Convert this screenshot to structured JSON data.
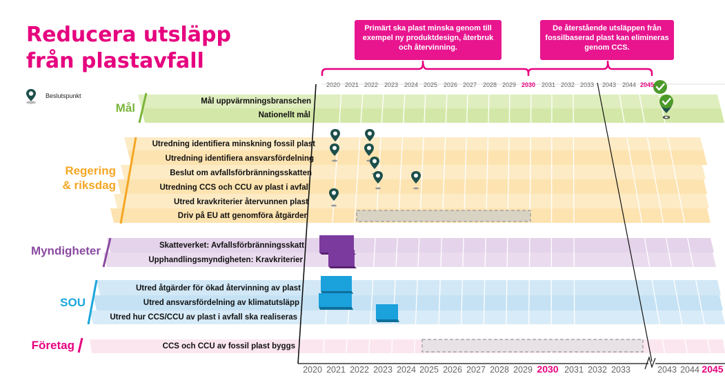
{
  "title_lines": [
    "Reducera utsläpp",
    "från plastavfall"
  ],
  "legend": {
    "icon": "map-pin-icon",
    "label": "Beslutspunkt"
  },
  "callouts": [
    "Primärt ska plast minska genom till exempel ny produktdesign, återbruk och återvinning.",
    "De återstående utsläppen från fossilbaserad plast kan elimineras genom CCS."
  ],
  "colors": {
    "brand": "#e6007e",
    "mal": "#7ab53a",
    "regering": "#f5a623",
    "myndigheter": "#8a4aa0",
    "sou": "#1aa7dc",
    "foretag": "#e6007e"
  },
  "years": {
    "top": [
      "2020",
      "2021",
      "2022",
      "2023",
      "2024",
      "2025",
      "2026",
      "2027",
      "2028",
      "2029",
      "2030",
      "2031",
      "2032",
      "2033",
      "2043",
      "2044",
      "2045"
    ],
    "bottom": [
      "2020",
      "2021",
      "2022",
      "2023",
      "2024",
      "2025",
      "2026",
      "2027",
      "2028",
      "2029",
      "2030",
      "2031",
      "2032",
      "2033",
      "2043",
      "2044",
      "2045"
    ],
    "highlight": [
      "2030",
      "2045"
    ]
  },
  "categories": [
    {
      "name": "Mål",
      "rows": [
        "Mål uppvärmningsbranschen",
        "Nationellt mål"
      ]
    },
    {
      "name": "Regering\n& riksdag",
      "rows": [
        "Utredning identifiera minskning fossil plast",
        "Utredning identifiera ansvarsfördelning",
        "Beslut om avfallsförbränningsskatten",
        "Utredning CCS och CCU av plast i avfall",
        "Utred kravkriterier återvunnen plast",
        "Driv på EU att genomföra åtgärder"
      ]
    },
    {
      "name": "Myndigheter",
      "rows": [
        "Skatteverket: Avfallsförbränningsskatt",
        "Upphandlingsmyndigheten: Kravkriterier"
      ]
    },
    {
      "name": "SOU",
      "rows": [
        "Utred åtgärder för ökad återvinning av plast",
        "Utred ansvarsfördelning av klimatutsläpp",
        "Utred hur CCS/CCU av plast i avfall ska realiseras"
      ]
    },
    {
      "name": "Företag",
      "rows": [
        "CCS och CCU av fossil plast byggs"
      ]
    }
  ]
}
